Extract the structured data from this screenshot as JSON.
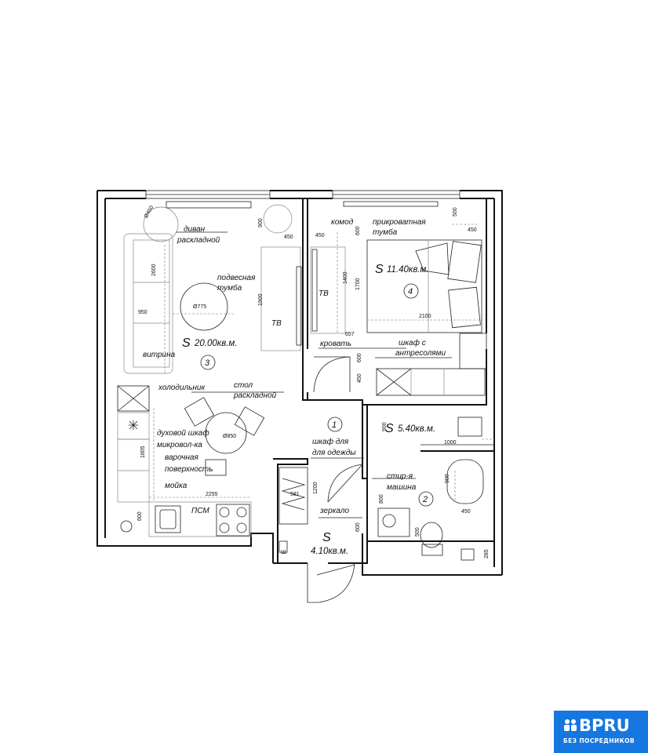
{
  "rooms": [
    {
      "number": "3",
      "area_s": "S",
      "area": "20.00кв.м."
    },
    {
      "number": "4",
      "area_s": "S",
      "area": "11.40кв.м."
    },
    {
      "number": "1",
      "area_s": "S",
      "area": "4.10кв.м."
    },
    {
      "number": "2",
      "area_s": "S",
      "area": "5.40кв.м."
    }
  ],
  "labels": {
    "divan": "диван",
    "raskladnoy": "раскладной",
    "podvesnaya": "подвесная",
    "tumba": "тумба",
    "tv1": "ТВ",
    "tv2": "ТВ",
    "vitrina": "витрина",
    "holodilnik": "холодильник",
    "stol": "стол",
    "stol_raskladnoy": "раскладной",
    "duhovoy": "духовой шкаф",
    "mikrovol": "микровол-ка",
    "varochnaya": "варочная",
    "poverhnost": "поверхность",
    "moyka": "мойка",
    "psm": "ПСМ",
    "komod": "комод",
    "prikrovatnaya": "прикроватная",
    "tumba2": "тумба",
    "krovat": "кровать",
    "shkaf_s": "шкаф с",
    "antresolyami": "антресолями",
    "shkaf_dlya": "шкаф для",
    "dlya_odezhdy": "для одежды",
    "zerkalo": "зеркало",
    "stir": "стир-я",
    "mashina": "машина",
    "sh": "Ш."
  },
  "dims": {
    "d450a": "Ø450",
    "d900a": "900",
    "d450b": "450",
    "d2600": "2600",
    "d775": "Ø775",
    "d950": "950",
    "d1900": "1900",
    "d850": "Ø850",
    "d1805": "1805",
    "d2255": "2255",
    "d600a": "600",
    "d450c": "450",
    "d600b": "600",
    "d1400": "1400",
    "d1700": "1700",
    "d657": "657",
    "d600c": "600",
    "d450d": "450",
    "d2100": "2100",
    "d500a": "500",
    "d450e": "450",
    "d900b": "900",
    "d1000": "1000",
    "d900c": "900",
    "d800": "800",
    "d450f": "450",
    "d500b": "500",
    "d285": "285",
    "d1200": "1200",
    "d581": "581",
    "d600d": "600",
    "d600e": "600"
  },
  "logo": {
    "brand": "BPRU",
    "subtitle": "БЕЗ ПОСРЕДНИКОВ",
    "color": "#1677e0"
  }
}
